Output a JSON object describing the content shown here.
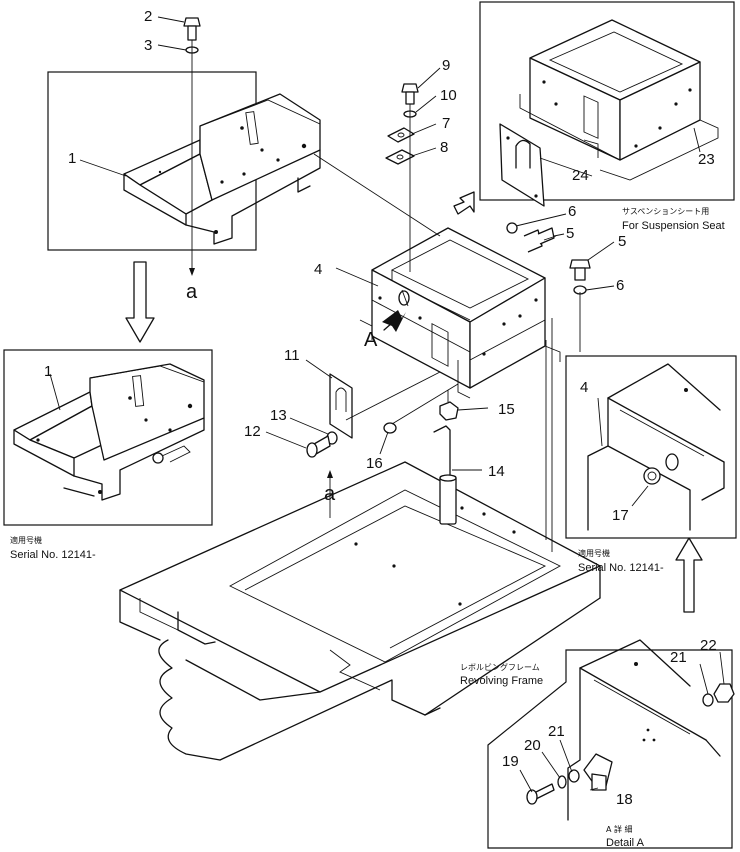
{
  "callouts": {
    "n1a": "1",
    "n1b": "1",
    "n2": "2",
    "n3": "3",
    "n4a": "4",
    "n4b": "4",
    "n5a": "5",
    "n5b": "5",
    "n6a": "6",
    "n6b": "6",
    "n7": "7",
    "n8": "8",
    "n9": "9",
    "n10": "10",
    "n11": "11",
    "n12": "12",
    "n13": "13",
    "n14": "14",
    "n15": "15",
    "n16": "16",
    "n17": "17",
    "n18": "18",
    "n19": "19",
    "n20": "20",
    "n21a": "21",
    "n21b": "21",
    "n22": "22",
    "n23": "23",
    "n24": "24"
  },
  "refs": {
    "a_top": "a",
    "a_bottom": "a",
    "view_a": "A"
  },
  "notes": {
    "suspension_jp": "サスペンションシート用",
    "suspension_en": "For Suspension Seat",
    "serial_left_jp": "適用号機",
    "serial_left_en": "Serial No. 12141-",
    "serial_right_jp": "適用号機",
    "serial_right_en": "Serial No. 12141-",
    "frame_jp": "レボルビングフレーム",
    "frame_en": "Revolving Frame",
    "detail_jp": "A 詳 細",
    "detail_en": "Detail A"
  }
}
